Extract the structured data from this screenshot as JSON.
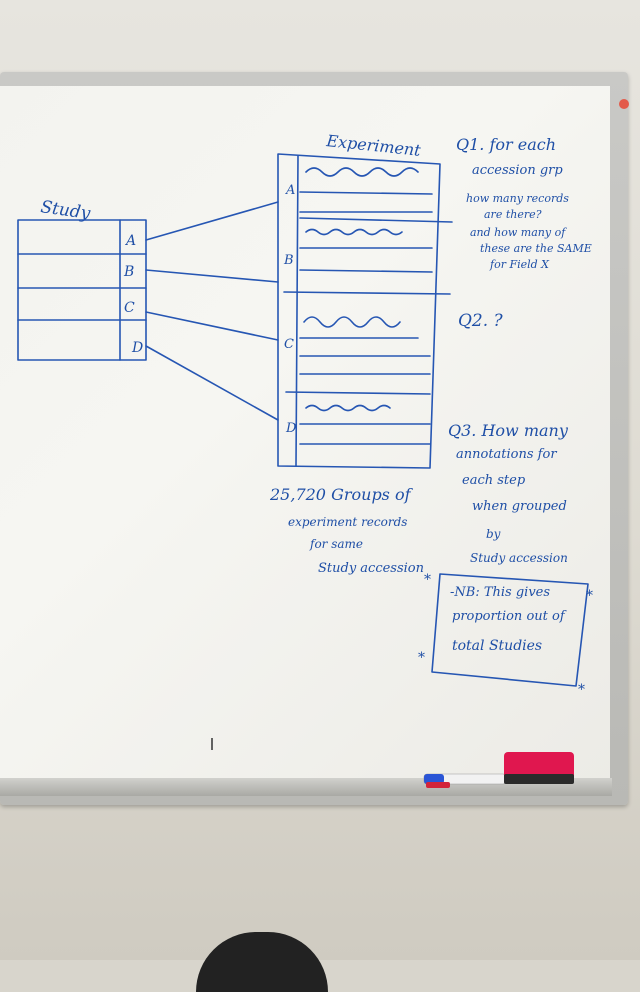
{
  "whiteboard": {
    "study_label": "Study",
    "experiment_label": "Experiment",
    "study_keys": [
      "A",
      "B",
      "C",
      "D"
    ],
    "experiment_keys": [
      "A",
      "B",
      "C",
      "D"
    ],
    "groups_note": [
      "25,720 Groups of",
      "experiment records",
      "for same",
      "Study accession"
    ],
    "q1": [
      "Q1. for each",
      "accession grp",
      "how many records",
      "are there?",
      "and how many of",
      "these are the SAME",
      "for Field X"
    ],
    "q2": "Q2. ?",
    "q3": [
      "Q3. How many",
      "annotations for",
      "each step",
      "when grouped",
      "by",
      "Study accession"
    ],
    "nb": [
      "-NB: This gives",
      "proportion out of",
      "total Studies"
    ]
  },
  "eraser_label": "",
  "colors": {
    "ink": "#1f4fa6",
    "eraser": "#e0174f"
  }
}
